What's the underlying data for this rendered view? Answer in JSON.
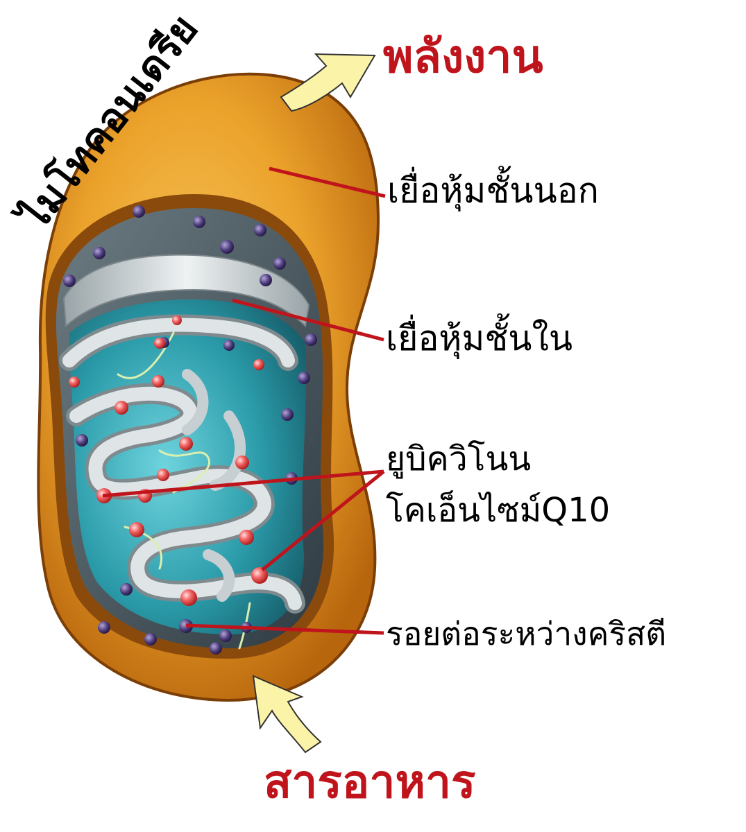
{
  "diagram": {
    "title": "ไมโทคอนเดรีย",
    "output_label": "พลังงาน",
    "input_label": "สารอาหาร",
    "labels": {
      "outer_membrane": "เยื่อหุ้มชั้นนอก",
      "inner_membrane": "เยื่อหุ้มชั้นใน",
      "ubiquinone": "ยูบิควิโนน",
      "coenzyme": "โคเอ็นไซม์Q10",
      "cristae_junction": "รอยต่อระหว่างคริสตี"
    },
    "colors": {
      "accent_red": "#c0141c",
      "outer_orange": "#f0a020",
      "matrix_teal": "#2aa6b4",
      "membrane_gray": "#c8cfd2",
      "arrow_yellow": "#f8f0a0"
    }
  }
}
